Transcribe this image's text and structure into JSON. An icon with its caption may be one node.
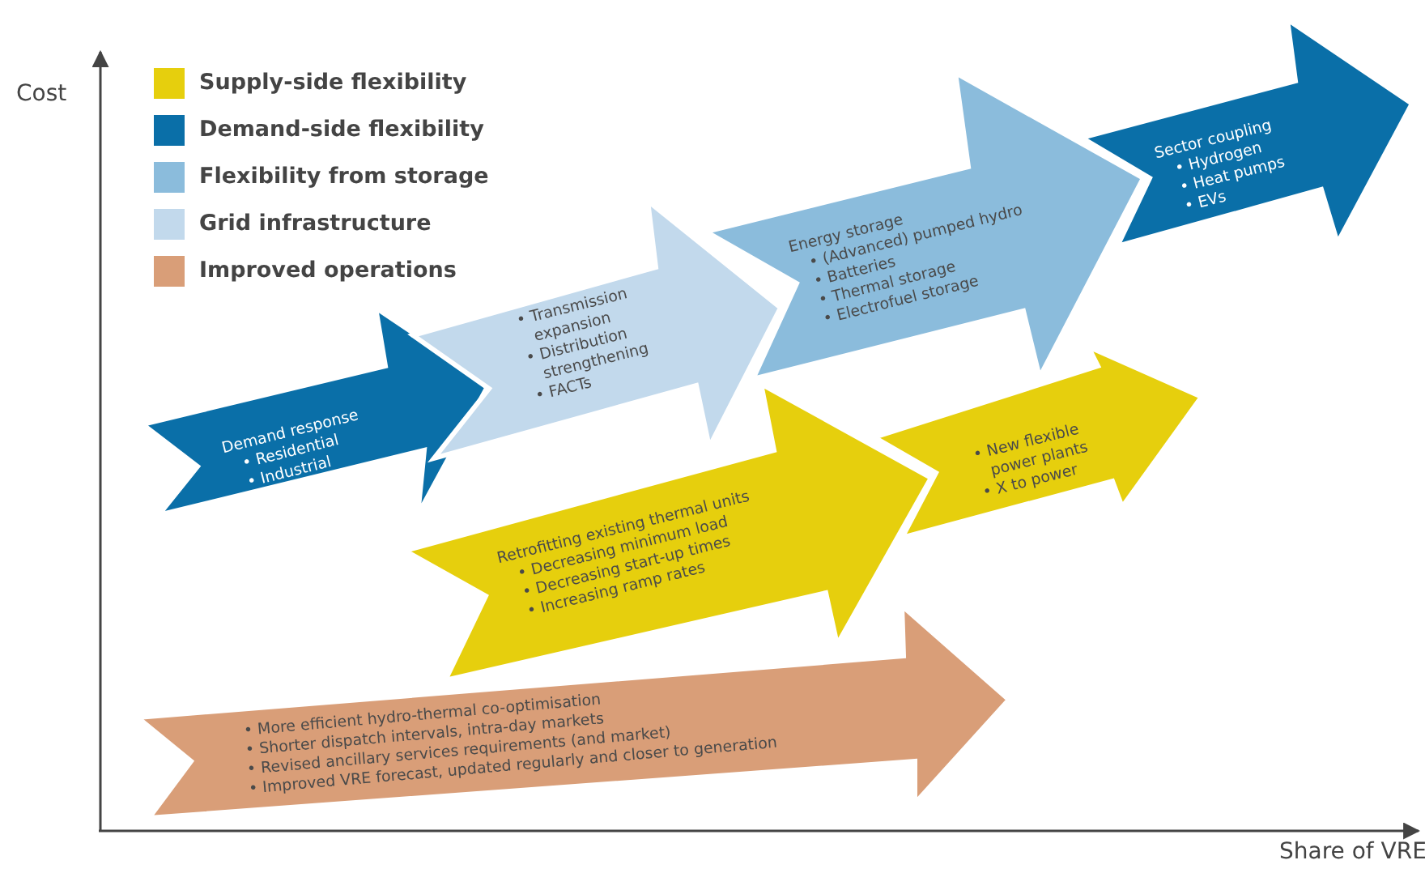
{
  "diagram": {
    "nodes": [
      {
        "text": [
          "Demand response",
          "• Residential",
          "• Industrial"
        ]
      },
      {
        "text": [
          "• Transmission expansion",
          "• Distribution strengthening",
          "• FACTs"
        ]
      },
      {
        "text": [
          "Energy storage",
          "• (Advanced) pumped hydro",
          "• Batteries",
          "• Thermal storage",
          "• Electrofuel storage"
        ]
      },
      {
        "text": [
          "Sector coupling",
          "• Hydrogen",
          "• Heat pumps",
          "• EVs"
        ]
      },
      {
        "text": [
          "Retrofitting existing thermal units",
          "• Decreasing minimum load",
          "• Decreasing start-up times",
          "• Increasing ramp rates"
        ]
      },
      {
        "text": [
          "• New flexible power plants",
          "• X to power"
        ]
      },
      {
        "text": [
          "• More efficient hydro-thermal co-optimisation",
          "• Shorter dispatch intervals, intra-day markets",
          "• Revised ancillary services requirements (and market)",
          "• Improved VRE forecast, updated regularly and closer to generation"
        ]
      }
    ],
    "labels": [
      "Cost",
      "Share of VRE"
    ],
    "legend": [
      {
        "text": "Supply-side flexibility",
        "color": "#e6cf0d"
      },
      {
        "text": "Demand-side flexibility",
        "color": "#0a6fa8"
      },
      {
        "text": "Flexibility from storage",
        "color": "#8bbcdc"
      },
      {
        "text": "Grid infrastructure",
        "color": "#c2d9ec"
      },
      {
        "text": "Improved operations",
        "color": "#d99e78"
      }
    ]
  }
}
